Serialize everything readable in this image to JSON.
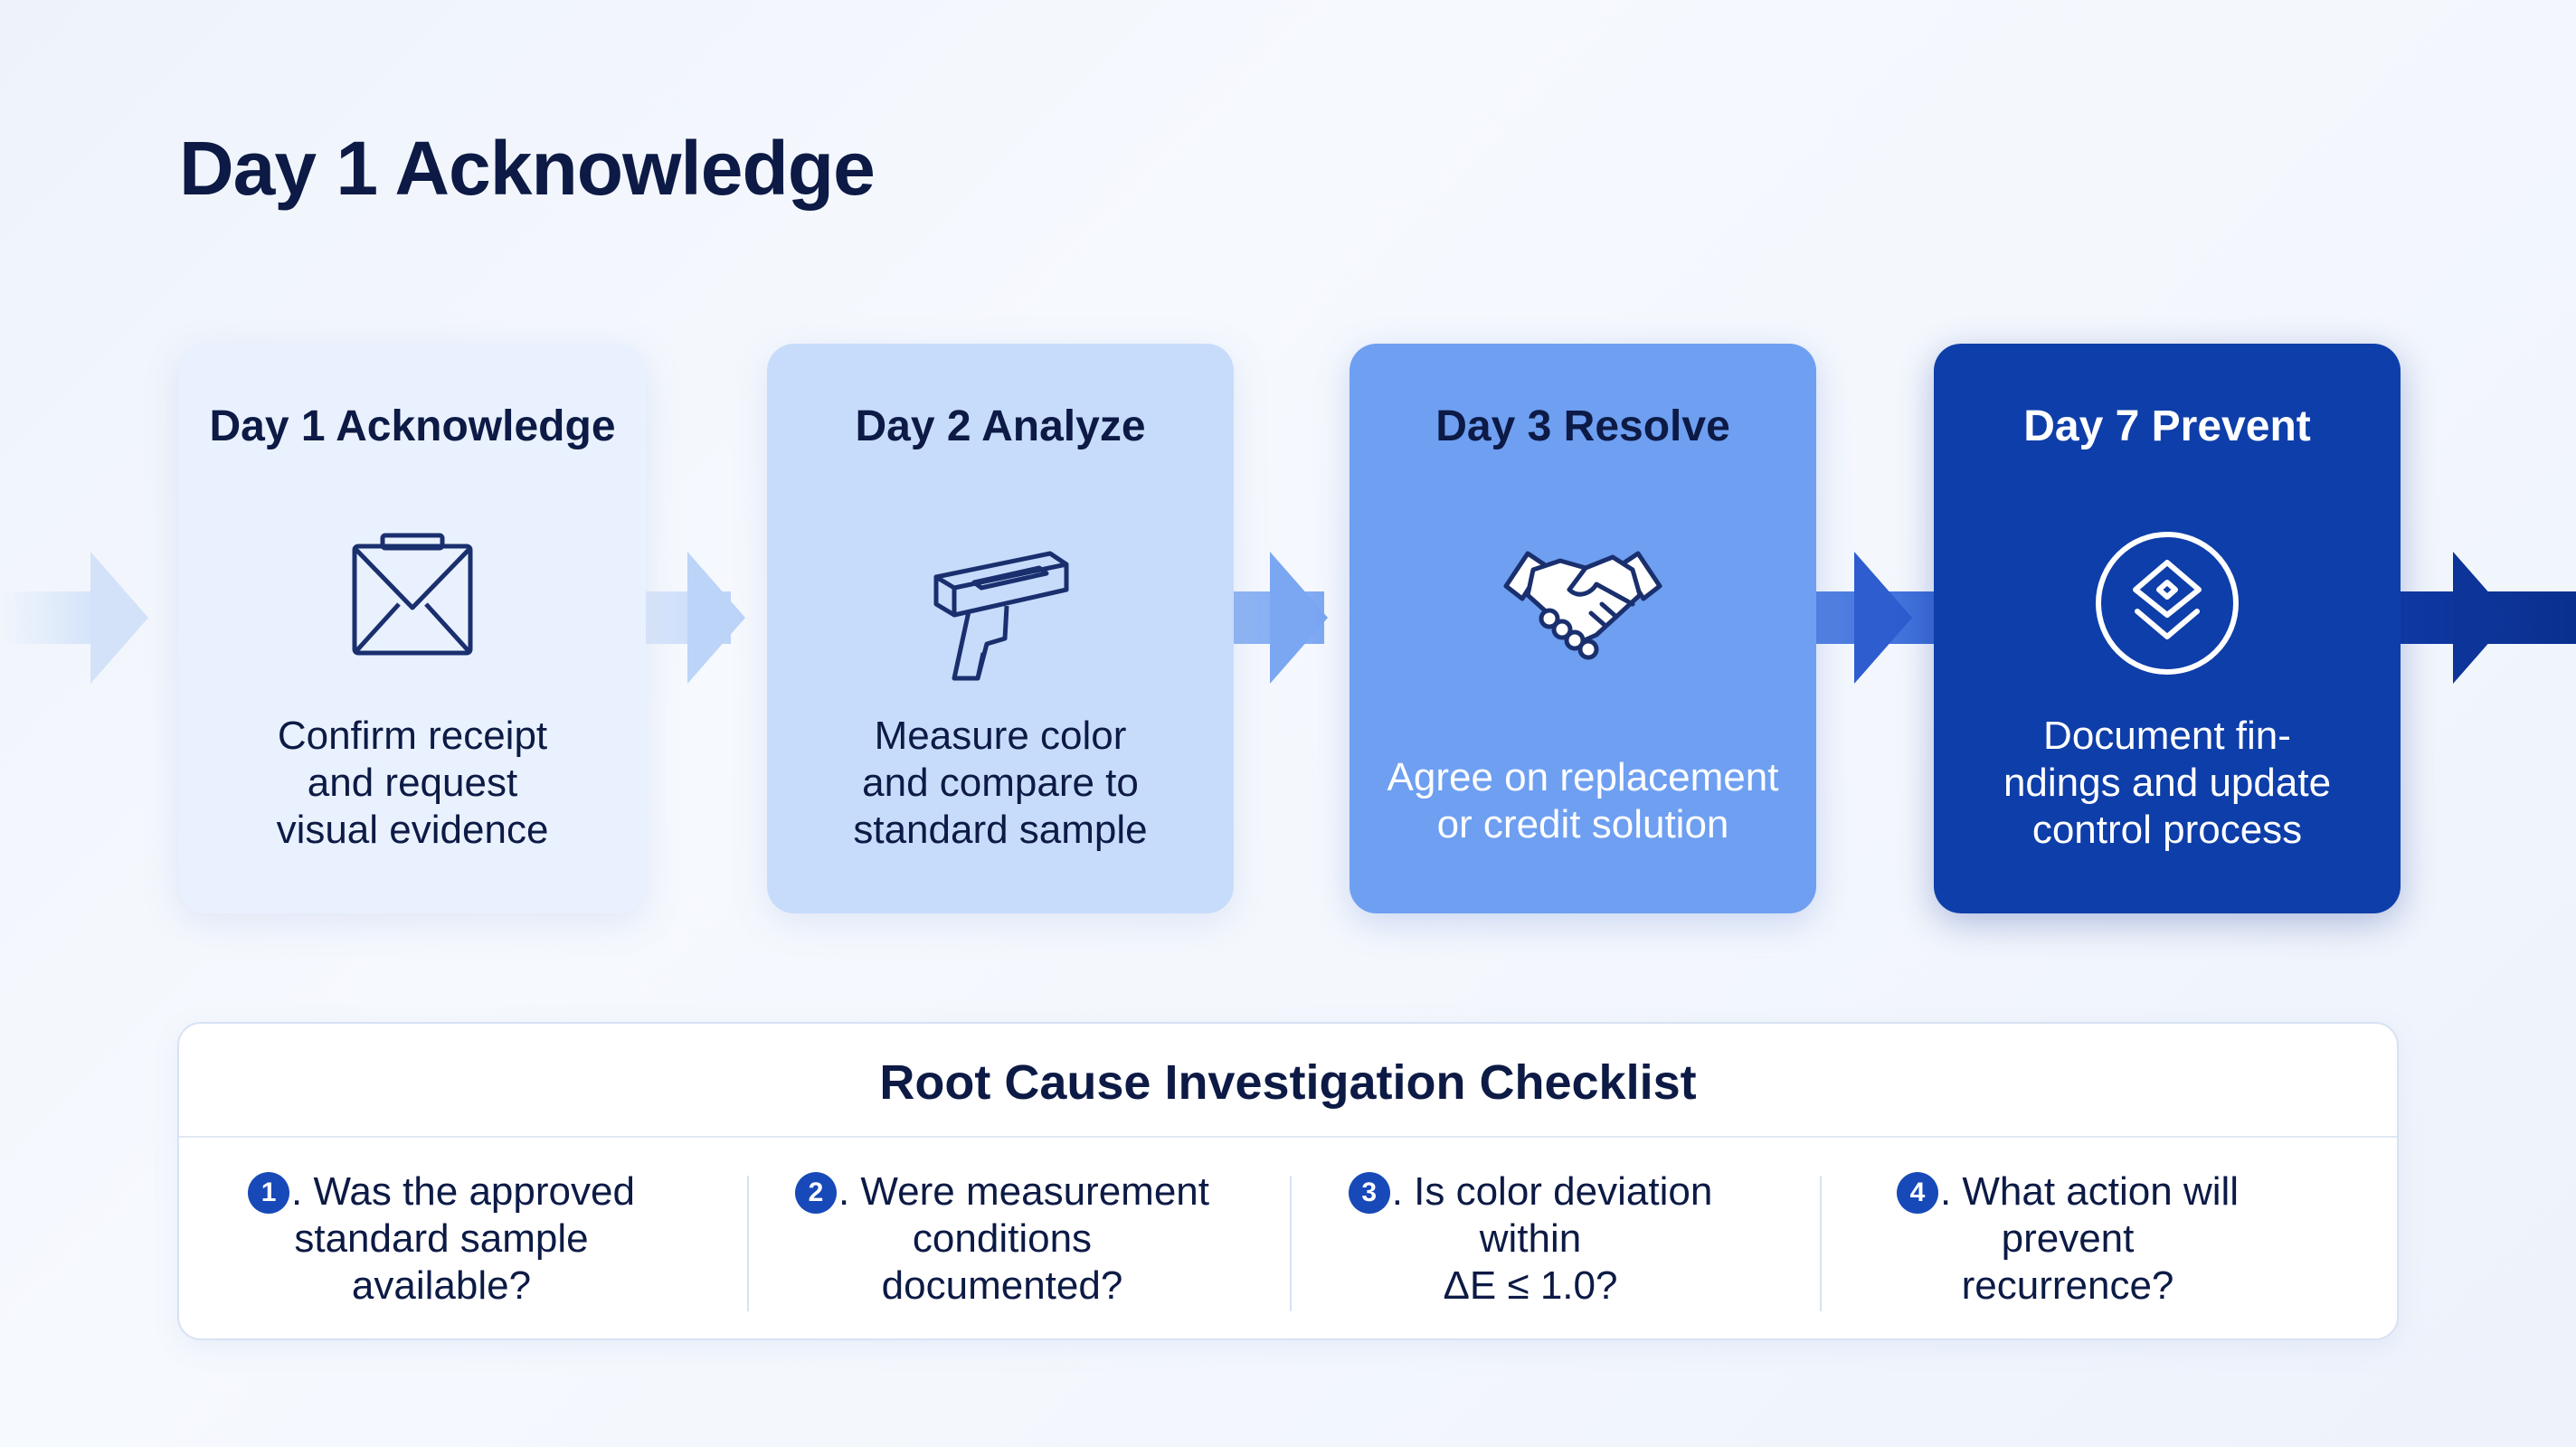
{
  "page_title": "Day 1 Acknowledge",
  "steps": [
    {
      "title": "Day 1 Acknowledge",
      "description": "Confirm receipt\nand request\nvisual evidence",
      "icon": "envelope-icon"
    },
    {
      "title": "Day 2 Analyze",
      "description": "Measure color\nand compare to\nstandard sample",
      "icon": "colorimeter-icon"
    },
    {
      "title": "Day 3 Resolve",
      "description": "Agree on replacement\nor credit solution",
      "icon": "handshake-icon"
    },
    {
      "title": "Day 7 Prevent",
      "description": "Document fin-\nndings and update\ncontrol process",
      "icon": "shield-check-icon"
    }
  ],
  "checklist": {
    "title": "Root Cause Investigation Checklist",
    "items": [
      {
        "number": "1",
        "text": ". Was the approved\nstandard sample\navailable?"
      },
      {
        "number": "2",
        "text": ". Were measurement\nconditions\ndocumented?"
      },
      {
        "number": "3",
        "text": ". Is color deviation\nwithin\nΔE ≤ 1.0?"
      },
      {
        "number": "4",
        "text": ". What action will\nprevent\nrecurrence?"
      }
    ]
  },
  "colors": {
    "card_1": "#e9f1fe",
    "card_2": "#c7dcfb",
    "card_3": "#6e9ff1",
    "card_4": "#0e3ea9",
    "title_text": "#0c1a45",
    "badge": "#1749b8"
  }
}
